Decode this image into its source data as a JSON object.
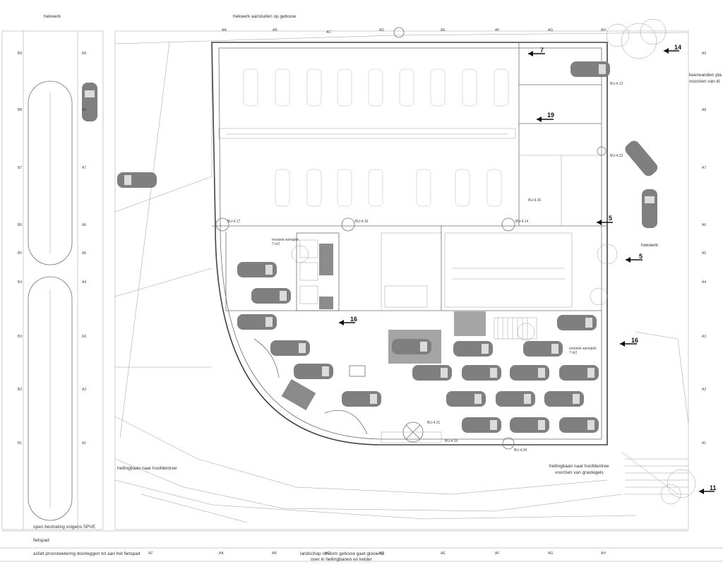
{
  "labels": {
    "top_left": "hekwerk",
    "top_center": "hekwerk aansluiten op gebouw",
    "right_top": "keerwanden pla",
    "right_top2": "voorzien van kl",
    "right_hekwerk": "hekwerk",
    "mobiele1": "mobiele werkplek",
    "mobiele1_sub": "7 m2",
    "mobiele2": "mobiele werkplek",
    "mobiele2_sub": "7 m2",
    "helling_left": "hellingbaan naar hoofdentree",
    "helling_right": "hellingbaan naar hoofdentree",
    "helling_right2": "voorzien van grastegels",
    "bestrating": "open bestrating volgens SPVE",
    "fietspad": "fietspad",
    "asfalt": "asfalt proostwetering doorleggen tot aan het fietspad",
    "landschap1": "landschap rondom gebouw gaat glooiend",
    "landschap2": "over in hellingbanen en kelder"
  },
  "grid": {
    "top": [
      "AA",
      "AB",
      "AC",
      "AD",
      "AE",
      "AF",
      "AG",
      "AH"
    ],
    "bottom": [
      "AZ",
      "AA",
      "AB",
      "AC",
      "AD",
      "AE",
      "AF",
      "AG",
      "AH"
    ],
    "left": [
      "B9",
      "B8",
      "B7",
      "B6",
      "B5",
      "B4",
      "B3",
      "B2",
      "B1"
    ],
    "inner": [
      "A9",
      "A8",
      "A7",
      "A6",
      "A5",
      "A4",
      "A3",
      "A2",
      "A1"
    ],
    "right": [
      "A9",
      "A8",
      "A7",
      "A6",
      "A5",
      "A4",
      "A3",
      "A2",
      "A1"
    ]
  },
  "arrows": [
    "7",
    "19",
    "5",
    "5",
    "16",
    "16",
    "14",
    "11"
  ],
  "tags": [
    "BU-4.17",
    "BU-4.16",
    "BU-4.14",
    "BU-4.36",
    "BU-4.13",
    "BU-4.23",
    "BU-4.31",
    "BU-4.15",
    "BU-4.34"
  ]
}
